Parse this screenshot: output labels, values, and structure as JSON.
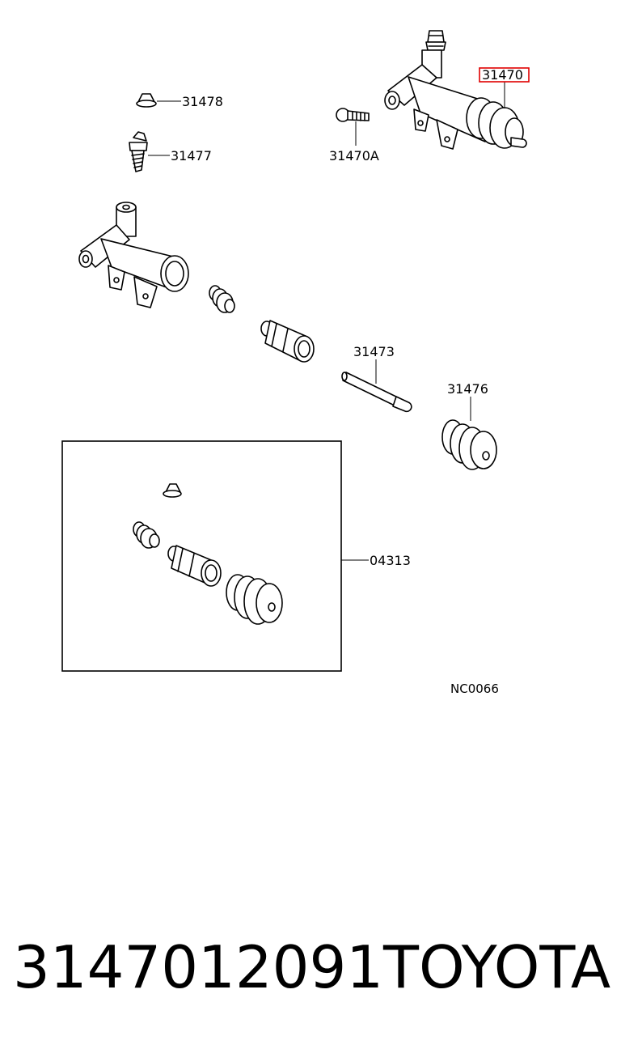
{
  "labels": {
    "p31470": "31470",
    "p31478": "31478",
    "p31477": "31477",
    "p31470A": "31470A",
    "p31473": "31473",
    "p31476": "31476",
    "p04313": "04313",
    "figure_code": "NC0066"
  },
  "footer": {
    "part_number": "3147012091",
    "brand": "TOYOTA"
  },
  "highlight_color": "#e00000"
}
